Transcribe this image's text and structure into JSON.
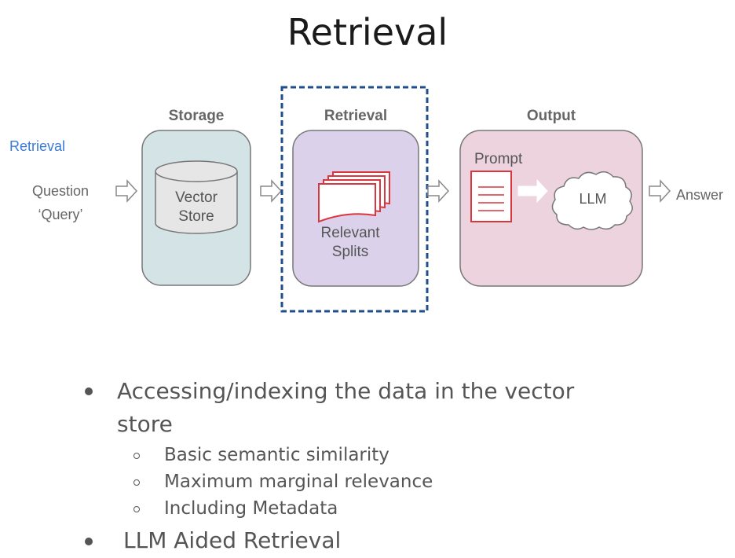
{
  "title": "Retrieval",
  "side_label": "Retrieval",
  "input_label_line1": "Question",
  "input_label_line2": "‘Query’",
  "stages": {
    "storage": {
      "heading": "Storage",
      "line1": "Vector",
      "line2": "Store"
    },
    "retrieval": {
      "heading": "Retrieval",
      "line1": "Relevant",
      "line2": "Splits"
    },
    "output": {
      "heading": "Output",
      "prompt": "Prompt",
      "llm": "LLM"
    }
  },
  "answer_label": "Answer",
  "colors": {
    "storage_fill": "#d3e3e6",
    "retrieval_fill": "#dcd1ea",
    "output_fill": "#ecd3de",
    "highlight_border": "#1f4e8c",
    "side_label": "#3a7bd5",
    "doc_red": "#d9363e"
  },
  "bullets": [
    {
      "text_line1": "Accessing/indexing the data in the vector",
      "text_line2": "store",
      "sub": [
        "Basic semantic similarity",
        "Maximum marginal relevance",
        "Including Metadata"
      ]
    },
    {
      "text_line1": "LLM Aided Retrieval"
    }
  ]
}
